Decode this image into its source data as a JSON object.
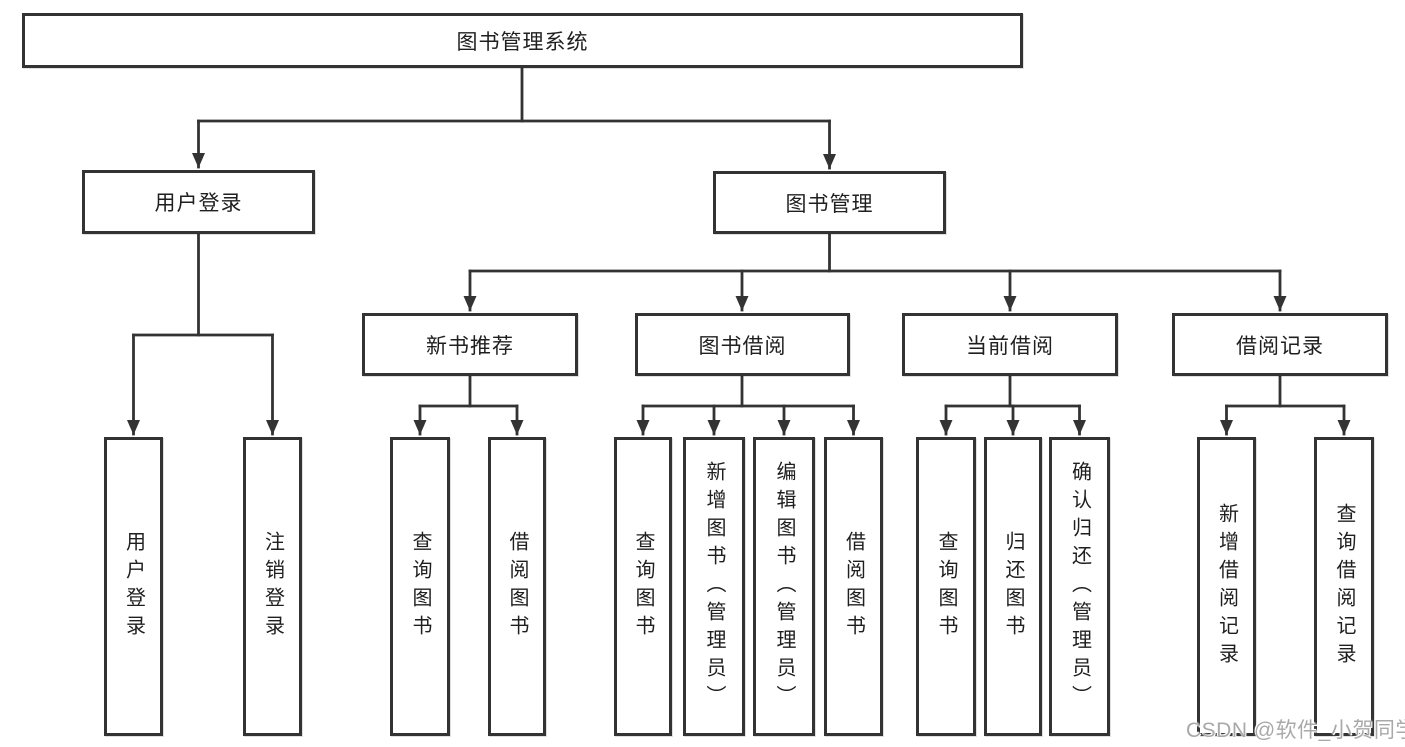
{
  "tree": {
    "root": {
      "label": "图书管理系统"
    },
    "branches": [
      {
        "label": "用户登录",
        "children": [
          {
            "label": "用户登录"
          },
          {
            "label": "注销登录"
          }
        ]
      },
      {
        "label": "图书管理",
        "children": [
          {
            "label": "新书推荐",
            "children": [
              {
                "label": "查询图书"
              },
              {
                "label": "借阅图书"
              }
            ]
          },
          {
            "label": "图书借阅",
            "children": [
              {
                "label": "查询图书"
              },
              {
                "label": "新增图书（管理员）"
              },
              {
                "label": "编辑图书（管理员）"
              },
              {
                "label": "借阅图书"
              }
            ]
          },
          {
            "label": "当前借阅",
            "children": [
              {
                "label": "查询图书"
              },
              {
                "label": "归还图书"
              },
              {
                "label": "确认归还（管理员）"
              }
            ]
          },
          {
            "label": "借阅记录",
            "children": [
              {
                "label": "新增借阅记录"
              },
              {
                "label": "查询借阅记录"
              }
            ]
          }
        ]
      }
    ]
  },
  "watermark": {
    "text": "CSDN @软件_小贺同学"
  },
  "colors": {
    "line": "#333333",
    "text": "#1f1f1f",
    "watermark": "#a9a9a9",
    "background": "#ffffff"
  }
}
